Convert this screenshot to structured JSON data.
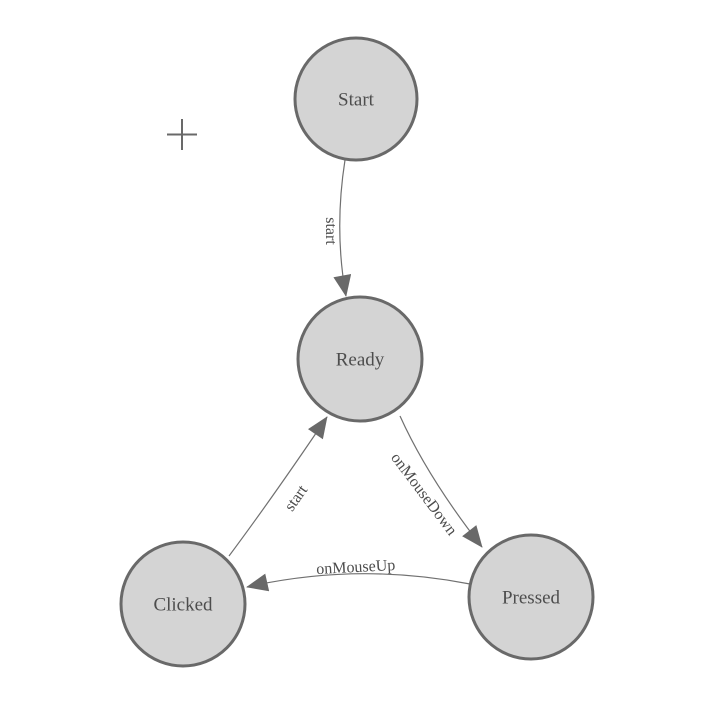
{
  "canvas": {
    "background": "#ffffff"
  },
  "colors": {
    "node_fill": "#d4d4d4",
    "node_stroke": "#696969",
    "edge_stroke": "#707070",
    "arrow_fill": "#696969",
    "text": "#4d4d4d"
  },
  "nodes": [
    {
      "id": "start",
      "label": "Start"
    },
    {
      "id": "ready",
      "label": "Ready"
    },
    {
      "id": "clicked",
      "label": "Clicked"
    },
    {
      "id": "pressed",
      "label": "Pressed"
    }
  ],
  "edges": [
    {
      "from": "Start",
      "to": "Ready",
      "label": "start"
    },
    {
      "from": "Ready",
      "to": "Pressed",
      "label": "onMouseDown"
    },
    {
      "from": "Pressed",
      "to": "Clicked",
      "label": "onMouseUp"
    },
    {
      "from": "Clicked",
      "to": "Ready",
      "label": "start"
    }
  ],
  "icons": {
    "crosshair": "origin-crosshair"
  }
}
